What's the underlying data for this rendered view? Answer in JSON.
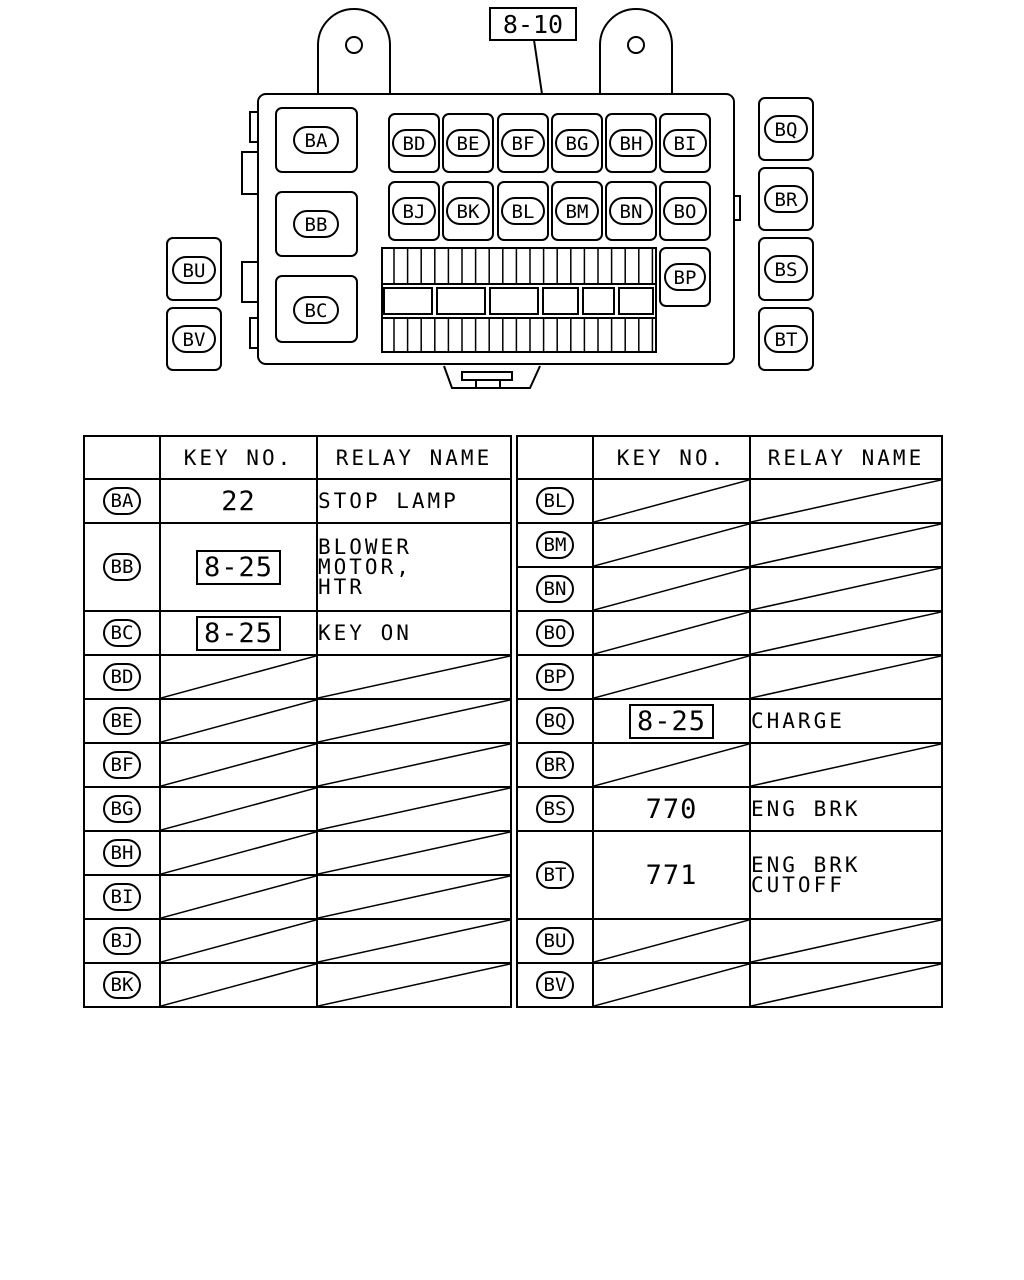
{
  "diagram": {
    "ref_tag": "8-10",
    "grid_top": [
      "BD",
      "BE",
      "BF",
      "BG",
      "BH",
      "BI"
    ],
    "grid_mid": [
      "BJ",
      "BK",
      "BL",
      "BM",
      "BN",
      "BO"
    ],
    "left_relays": [
      "BA",
      "BB",
      "BC"
    ],
    "bp": "BP",
    "right_relays": [
      "BQ",
      "BR",
      "BS",
      "BT"
    ],
    "outer_left": [
      "BU",
      "BV"
    ]
  },
  "table": {
    "headers": {
      "key": "KEY NO.",
      "name": "RELAY NAME"
    },
    "left": [
      {
        "id": "BA",
        "key": "22",
        "name": "STOP LAMP"
      },
      {
        "id": "BB",
        "key": "8-25",
        "boxed": true,
        "name": "BLOWER MOTOR,",
        "name2": "HTR",
        "tall": true
      },
      {
        "id": "BC",
        "key": "8-25",
        "boxed": true,
        "name": "KEY ON"
      },
      {
        "id": "BD",
        "empty": true
      },
      {
        "id": "BE",
        "empty": true
      },
      {
        "id": "BF",
        "empty": true
      },
      {
        "id": "BG",
        "empty": true
      },
      {
        "id": "BH",
        "empty": true
      },
      {
        "id": "BI",
        "empty": true
      },
      {
        "id": "BJ",
        "empty": true
      },
      {
        "id": "BK",
        "empty": true
      }
    ],
    "right": [
      {
        "id": "BL",
        "empty": true
      },
      {
        "id": "BM",
        "empty": true
      },
      {
        "id": "BN",
        "empty": true
      },
      {
        "id": "BO",
        "empty": true
      },
      {
        "id": "BP",
        "empty": true
      },
      {
        "id": "BQ",
        "key": "8-25",
        "boxed": true,
        "name": "CHARGE"
      },
      {
        "id": "BR",
        "empty": true
      },
      {
        "id": "BS",
        "key": "770",
        "name": "ENG BRK"
      },
      {
        "id": "BT",
        "key": "771",
        "name": "ENG BRK",
        "name2": "CUTOFF",
        "tall": true
      },
      {
        "id": "BU",
        "empty": true
      },
      {
        "id": "BV",
        "empty": true
      }
    ]
  }
}
